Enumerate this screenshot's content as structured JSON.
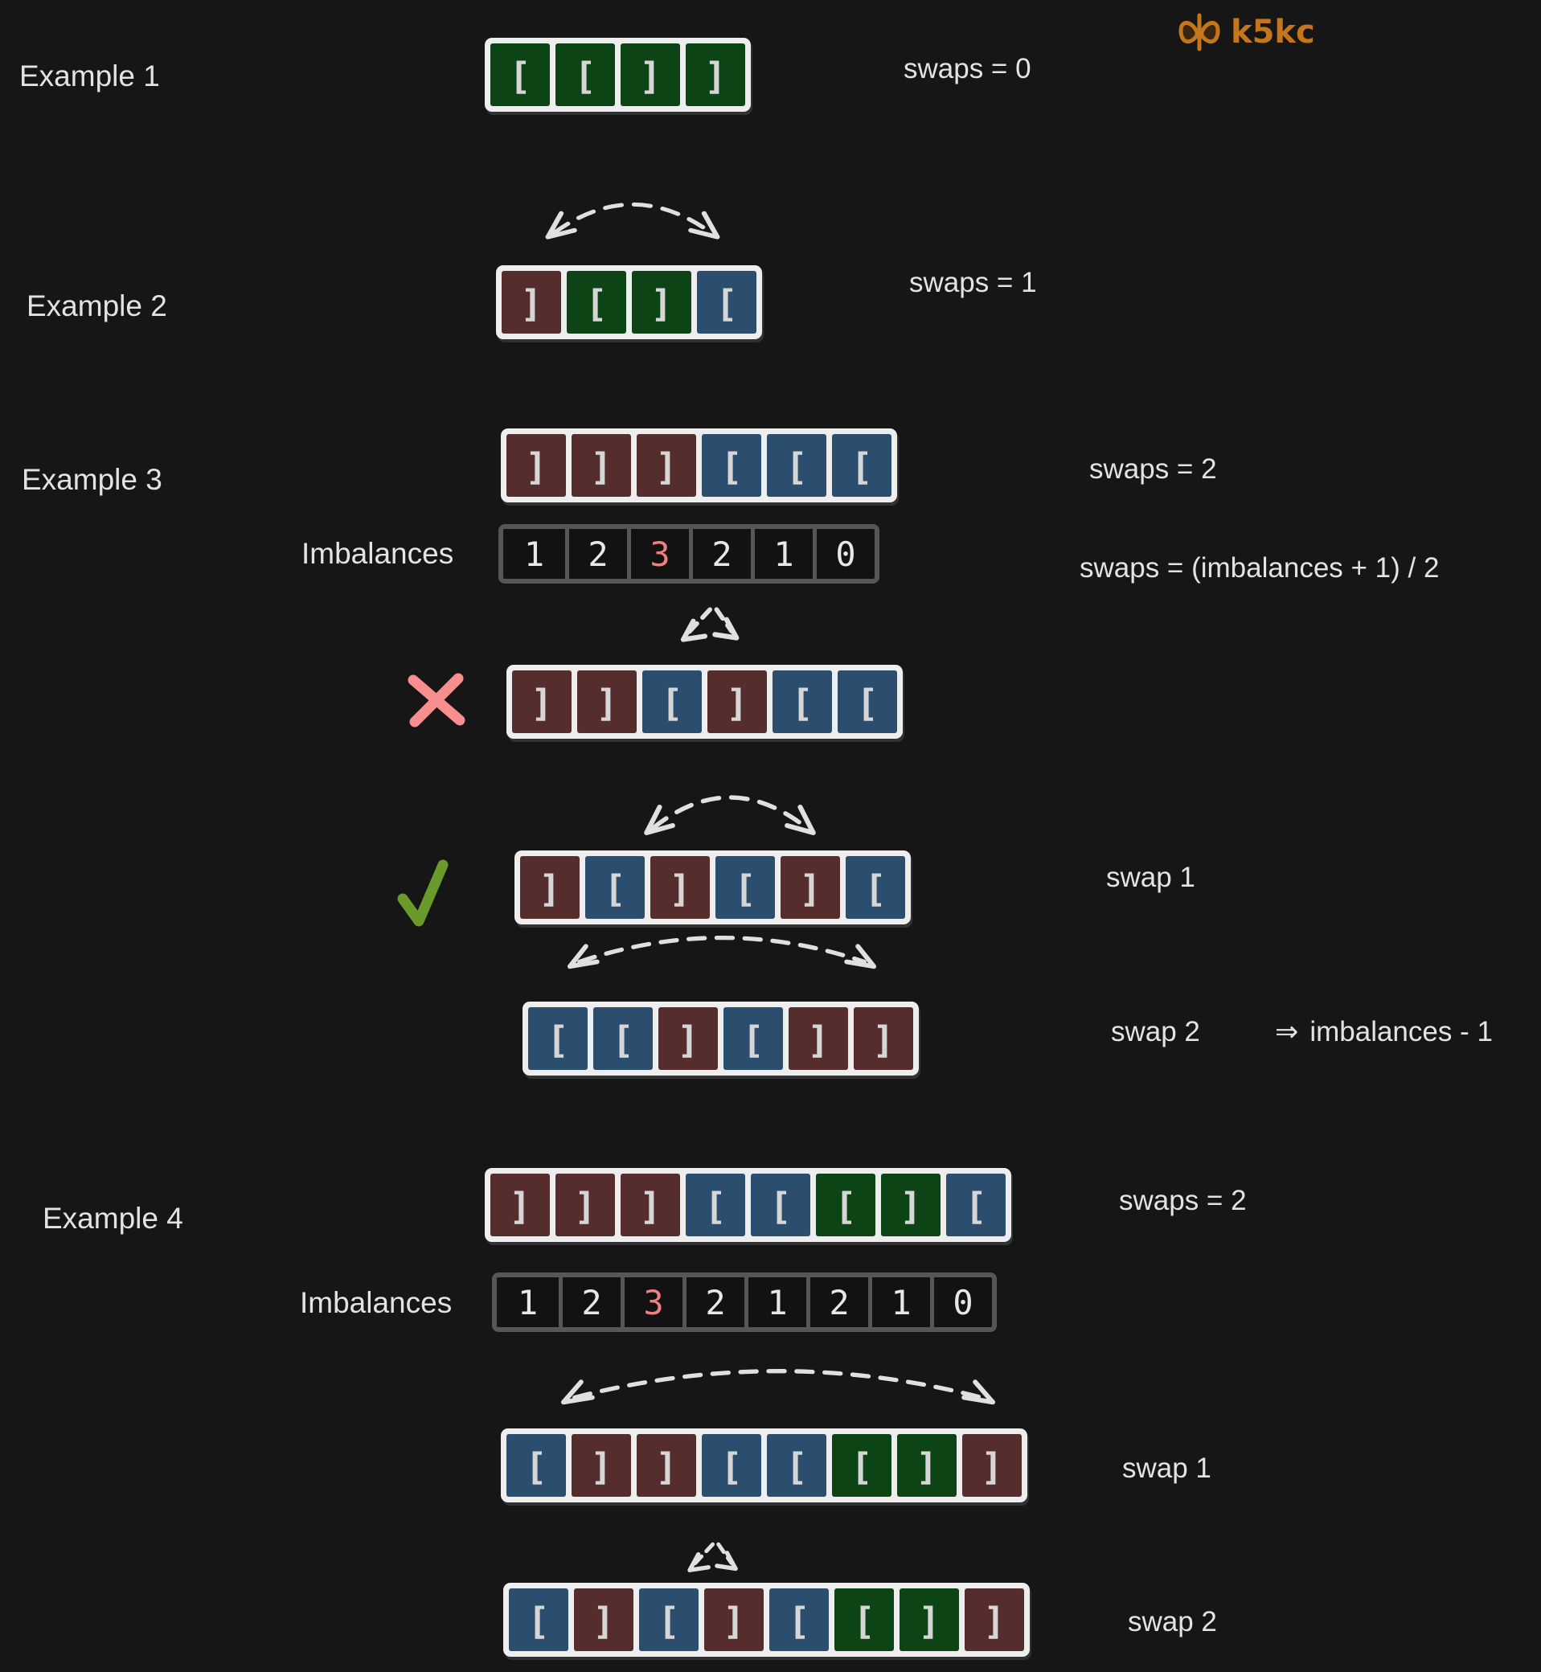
{
  "logo": {
    "text": "k5kc",
    "icon": "butterfly-infinity-icon",
    "color": "#c4761b"
  },
  "colors": {
    "bg": "#161616",
    "frame": "#eeeeee",
    "green": "#0c4415",
    "red": "#552d2d",
    "blue": "#2b4d6e",
    "bracket": "#d6d6d6",
    "text": "#e3e3e3",
    "arrow": "#e0e0e0",
    "imbborder": "#565656",
    "imbtext": "#e8e8e8",
    "imbhl": "#f07f7f",
    "cross": "#f88f8f",
    "check": "#6a9a2b",
    "logo": "#c4761b"
  },
  "example1": {
    "label": "Example 1",
    "swaps_label": "swaps = 0",
    "row": [
      {
        "ch": "[",
        "c": "green"
      },
      {
        "ch": "[",
        "c": "green"
      },
      {
        "ch": "]",
        "c": "green"
      },
      {
        "ch": "]",
        "c": "green"
      }
    ]
  },
  "example2": {
    "label": "Example 2",
    "swaps_label": "swaps = 1",
    "row": [
      {
        "ch": "]",
        "c": "red"
      },
      {
        "ch": "[",
        "c": "green"
      },
      {
        "ch": "]",
        "c": "green"
      },
      {
        "ch": "[",
        "c": "blue"
      }
    ]
  },
  "example3": {
    "label": "Example 3",
    "swaps_label": "swaps = 2",
    "imbalances_label": "Imbalances",
    "formula": "swaps = (imbalances + 1) / 2",
    "swap1_label": "swap 1",
    "swap2_label": "swap 2",
    "note_arrow": "⇒",
    "note_text": "imbalances - 1",
    "row": [
      {
        "ch": "]",
        "c": "red"
      },
      {
        "ch": "]",
        "c": "red"
      },
      {
        "ch": "]",
        "c": "red"
      },
      {
        "ch": "[",
        "c": "blue"
      },
      {
        "ch": "[",
        "c": "blue"
      },
      {
        "ch": "[",
        "c": "blue"
      }
    ],
    "imbalances": [
      {
        "v": "1"
      },
      {
        "v": "2"
      },
      {
        "v": "3",
        "hl": true
      },
      {
        "v": "2"
      },
      {
        "v": "1"
      },
      {
        "v": "0"
      }
    ],
    "wrong_row": [
      {
        "ch": "]",
        "c": "red"
      },
      {
        "ch": "]",
        "c": "red"
      },
      {
        "ch": "[",
        "c": "blue"
      },
      {
        "ch": "]",
        "c": "red"
      },
      {
        "ch": "[",
        "c": "blue"
      },
      {
        "ch": "[",
        "c": "blue"
      }
    ],
    "swap1_row": [
      {
        "ch": "]",
        "c": "red"
      },
      {
        "ch": "[",
        "c": "blue"
      },
      {
        "ch": "]",
        "c": "red"
      },
      {
        "ch": "[",
        "c": "blue"
      },
      {
        "ch": "]",
        "c": "red"
      },
      {
        "ch": "[",
        "c": "blue"
      }
    ],
    "swap2_row": [
      {
        "ch": "[",
        "c": "blue"
      },
      {
        "ch": "[",
        "c": "blue"
      },
      {
        "ch": "]",
        "c": "red"
      },
      {
        "ch": "[",
        "c": "blue"
      },
      {
        "ch": "]",
        "c": "red"
      },
      {
        "ch": "]",
        "c": "red"
      }
    ]
  },
  "example4": {
    "label": "Example 4",
    "swaps_label": "swaps = 2",
    "imbalances_label": "Imbalances",
    "swap1_label": "swap 1",
    "swap2_label": "swap 2",
    "row": [
      {
        "ch": "]",
        "c": "red"
      },
      {
        "ch": "]",
        "c": "red"
      },
      {
        "ch": "]",
        "c": "red"
      },
      {
        "ch": "[",
        "c": "blue"
      },
      {
        "ch": "[",
        "c": "blue"
      },
      {
        "ch": "[",
        "c": "green"
      },
      {
        "ch": "]",
        "c": "green"
      },
      {
        "ch": "[",
        "c": "blue"
      }
    ],
    "imbalances": [
      {
        "v": "1"
      },
      {
        "v": "2"
      },
      {
        "v": "3",
        "hl": true
      },
      {
        "v": "2"
      },
      {
        "v": "1"
      },
      {
        "v": "2"
      },
      {
        "v": "1"
      },
      {
        "v": "0"
      }
    ],
    "swap1_row": [
      {
        "ch": "[",
        "c": "blue"
      },
      {
        "ch": "]",
        "c": "red"
      },
      {
        "ch": "]",
        "c": "red"
      },
      {
        "ch": "[",
        "c": "blue"
      },
      {
        "ch": "[",
        "c": "blue"
      },
      {
        "ch": "[",
        "c": "green"
      },
      {
        "ch": "]",
        "c": "green"
      },
      {
        "ch": "]",
        "c": "red"
      }
    ],
    "swap2_row": [
      {
        "ch": "[",
        "c": "blue"
      },
      {
        "ch": "]",
        "c": "red"
      },
      {
        "ch": "[",
        "c": "blue"
      },
      {
        "ch": "]",
        "c": "red"
      },
      {
        "ch": "[",
        "c": "blue"
      },
      {
        "ch": "[",
        "c": "green"
      },
      {
        "ch": "]",
        "c": "green"
      },
      {
        "ch": "]",
        "c": "red"
      }
    ]
  }
}
